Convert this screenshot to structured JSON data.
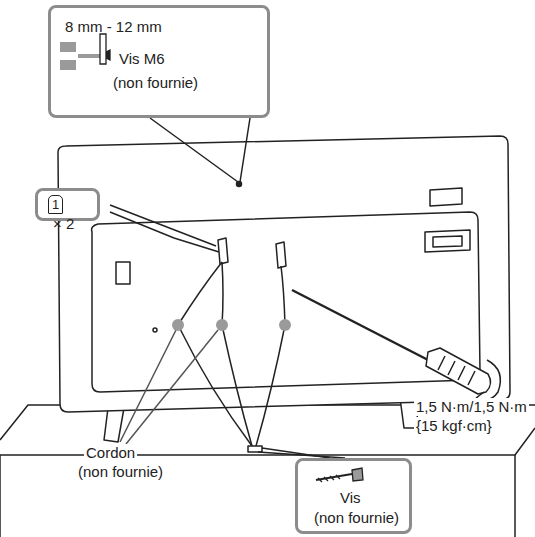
{
  "diagram": {
    "nodes": [
      {
        "text": [
          "8 mm - 12 mm",
          "Vis M6",
          "(non fournie)"
        ]
      },
      {
        "text": [
          "1",
          "× 2"
        ]
      },
      {
        "text": [
          "Vis",
          "(non fournie)"
        ]
      }
    ],
    "labels": [
      "Cordon",
      "(non fournie)",
      "1,5 N·m/1,5 N·m",
      "{15 kgf·cm}"
    ]
  }
}
